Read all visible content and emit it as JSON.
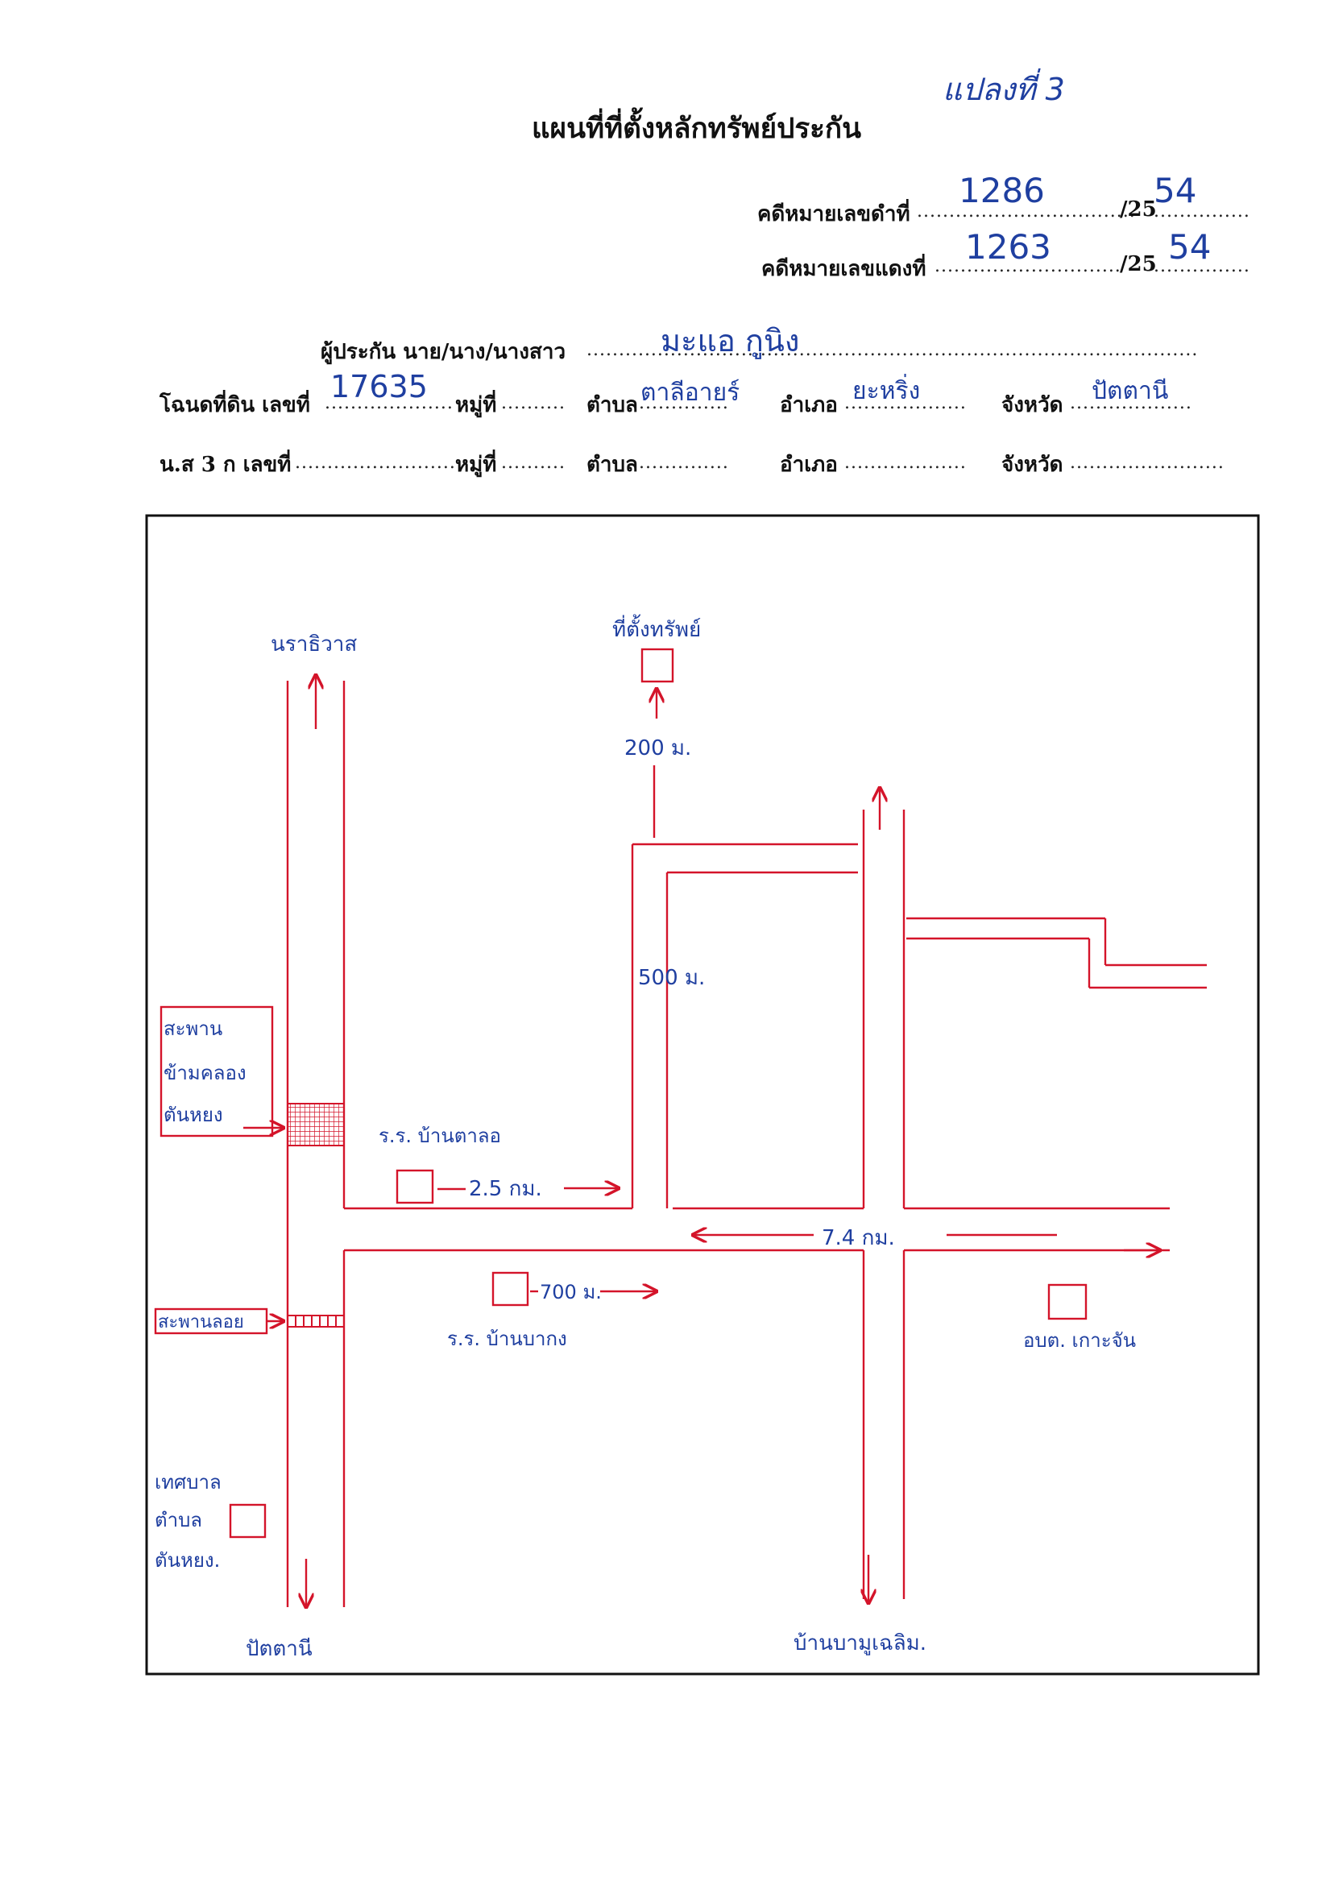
{
  "header": {
    "title": "แผนที่ที่ตั้งหลักทรัพย์ประกัน",
    "annotation": "แปลงที่ 3"
  },
  "case": {
    "black_label": "คดีหมายเลขดำที่",
    "black_number": "1286",
    "black_year_prefix": "/25",
    "black_year": "54",
    "red_label": "คดีหมายเลขแดงที่",
    "red_number": "1263",
    "red_year_prefix": "/25",
    "red_year": "54"
  },
  "guarantor": {
    "label": "ผู้ประกัน นาย/นาง/นางสาว",
    "name": "มะแอ กูนิง"
  },
  "deed": {
    "label": "โฉนดที่ดิน เลขที่",
    "number": "17635",
    "moo_label": "หมู่ที่",
    "tambon_label": "ตำบล",
    "tambon": "ตาลีอายร์",
    "amphoe_label": "อำเภอ",
    "amphoe": "ยะหริ่ง",
    "province_label": "จังหวัด",
    "province": "ปัตตานี"
  },
  "ns3k": {
    "label": "น.ส 3 ก เลขที่",
    "moo_label": "หมู่ที่",
    "tambon_label": "ตำบล",
    "amphoe_label": "อำเภอ",
    "province_label": "จังหวัด"
  },
  "map": {
    "road_line_color": "#d4142a",
    "ink_color": "#1f3fa0",
    "labels": {
      "naradhiwas": "นราธิวาส",
      "land_location": "ที่ตั้งทรัพย์",
      "dist_200": "200 ม.",
      "dist_500": "500 ม.",
      "bridge_1_l1": "สะพาน",
      "bridge_1_l2": "ข้ามคลอง",
      "bridge_1_l3": "ตันหยง",
      "school_1": "ร.ร. บ้านตาลอ",
      "dist_2_5": "2.5 กม.",
      "dist_7_4": "7.4 กม.",
      "dist_700": "700 ม.",
      "bridge_2": "สะพานลอย",
      "school_2": "ร.ร. บ้านบากง",
      "obt": "อบต. เกาะจัน",
      "municipality_l1": "เทศบาล",
      "municipality_l2": "ตำบล",
      "municipality_l3": "ตันหยง.",
      "pattani": "ปัตตานี",
      "ban_bamu": "บ้านบามูเฉลิม."
    }
  }
}
